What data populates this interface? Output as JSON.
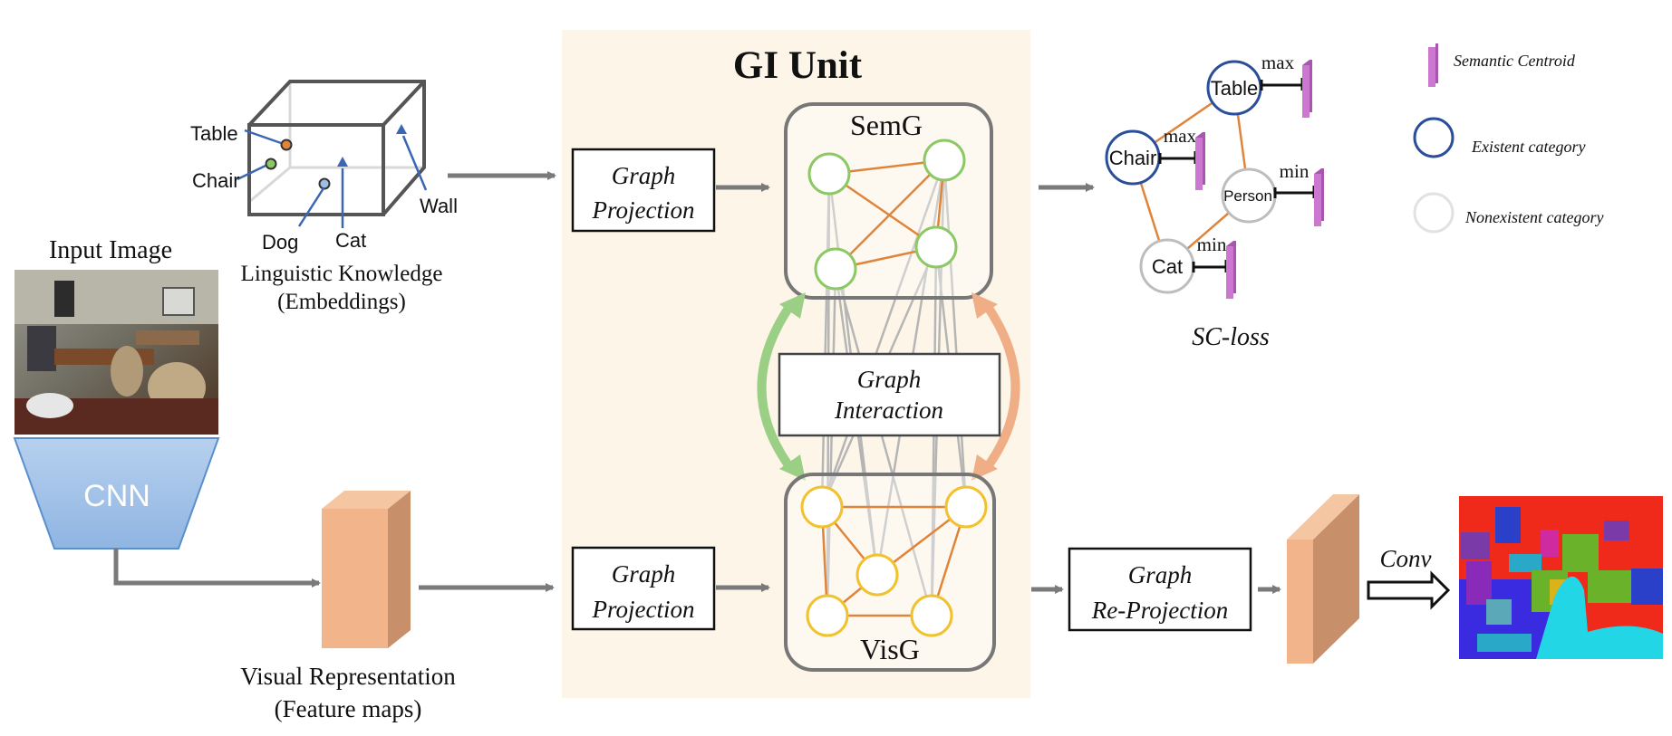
{
  "gi_unit": {
    "title": "GI Unit",
    "semg_label": "SemG",
    "visg_label": "VisG",
    "graph_interaction": [
      "Graph",
      "Interaction"
    ],
    "graph_projection_top": [
      "Graph",
      "Projection"
    ],
    "graph_projection_bottom": [
      "Graph",
      "Projection"
    ]
  },
  "input": {
    "title": "Input Image",
    "cnn_label": "CNN"
  },
  "linguistic": {
    "caption_line1": "Linguistic Knowledge",
    "caption_line2": "(Embeddings)",
    "labels": {
      "table": "Table",
      "chair": "Chair",
      "dog": "Dog",
      "cat": "Cat",
      "wall": "Wall"
    }
  },
  "visual": {
    "caption_line1": "Visual Representation",
    "caption_line2": "(Feature maps)"
  },
  "reprojection": [
    "Graph",
    "Re-Projection"
  ],
  "conv_label": "Conv",
  "sc_loss": {
    "title": "SC-loss",
    "nodes": {
      "table": "Table",
      "chair": "Chair",
      "person": "Person",
      "cat": "Cat"
    },
    "marks": {
      "table": "max",
      "chair": "max",
      "person": "min",
      "cat": "min"
    }
  },
  "legend": {
    "semantic_centroid": "Semantic Centroid",
    "existent": "Existent category",
    "nonexistent": "Nonexistent category"
  },
  "colors": {
    "arrow_gray": "#7a7a7a",
    "gi_bg": "#fdf6e8",
    "semg_node": "#8cc864",
    "visg_node": "#f2c12e",
    "edge_orange": "#e0843a",
    "edge_gray": "#b5b5b5",
    "arrow_green": "#9ccf86",
    "arrow_salmon": "#f0ae86",
    "box_orange": "#f2b48a",
    "box_orange_side": "#c8906a",
    "centroid": "#cc77d0",
    "existent_blue": "#2a4e9a",
    "nonexistent_gray": "#bdbdbd",
    "cnn_fill": "#9dbfe6",
    "cnn_border": "#5a8fcd"
  }
}
